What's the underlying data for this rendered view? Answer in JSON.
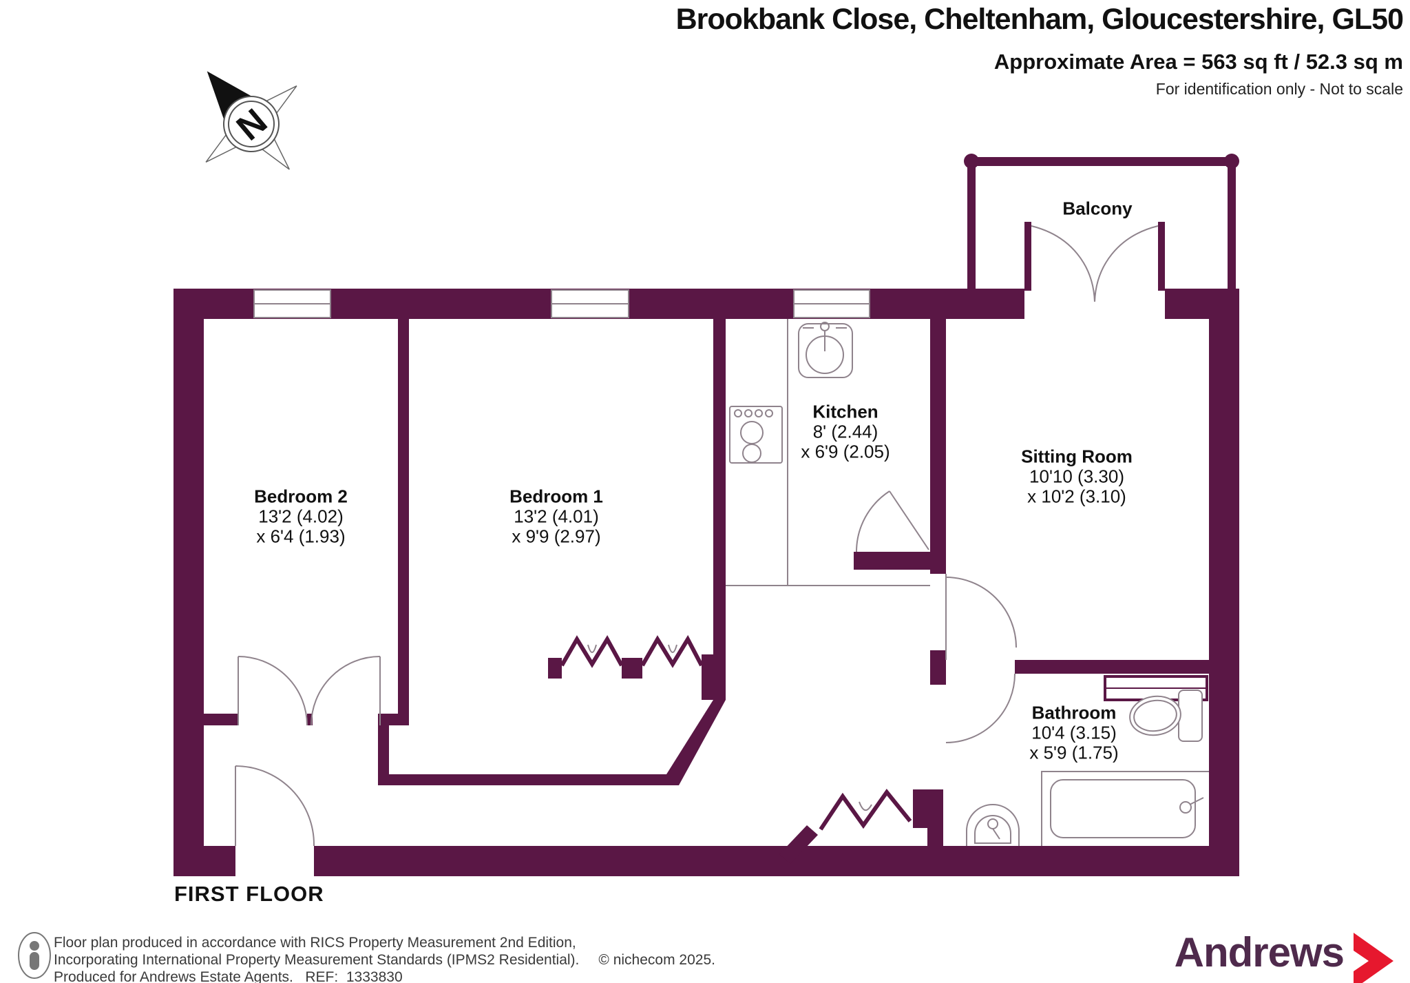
{
  "header": {
    "title": "Brookbank Close, Cheltenham, Gloucestershire, GL50",
    "area_line": "Approximate Area = 563 sq ft / 52.3 sq m",
    "disclaimer": "For identification only - Not to scale"
  },
  "compass": {
    "north_label": "N"
  },
  "floor_label": "FIRST FLOOR",
  "rooms": [
    {
      "name": "Balcony",
      "dim1": "",
      "dim2": ""
    },
    {
      "name": "Bedroom 2",
      "dim1": "13'2 (4.02)",
      "dim2": "x 6'4 (1.93)"
    },
    {
      "name": "Bedroom 1",
      "dim1": "13'2 (4.01)",
      "dim2": "x 9'9 (2.97)"
    },
    {
      "name": "Kitchen",
      "dim1": "8' (2.44)",
      "dim2": "x 6'9 (2.05)"
    },
    {
      "name": "Sitting Room",
      "dim1": "10'10 (3.30)",
      "dim2": "x 10'2 (3.10)"
    },
    {
      "name": "Bathroom",
      "dim1": "10'4 (3.15)",
      "dim2": "x 5'9 (1.75)"
    }
  ],
  "footer": {
    "line1": "Floor plan produced in accordance with RICS Property Measurement 2nd Edition,",
    "line2": "Incorporating International Property Measurement Standards (IPMS2 Residential).",
    "copyright": "© nichecom 2025.",
    "line3": "Produced for Andrews Estate Agents.   REF:  1333830",
    "brand": "Andrews"
  },
  "colors": {
    "wall": "#5a1745",
    "brand_purple": "#4f2a4c",
    "brand_red": "#e6182e"
  }
}
